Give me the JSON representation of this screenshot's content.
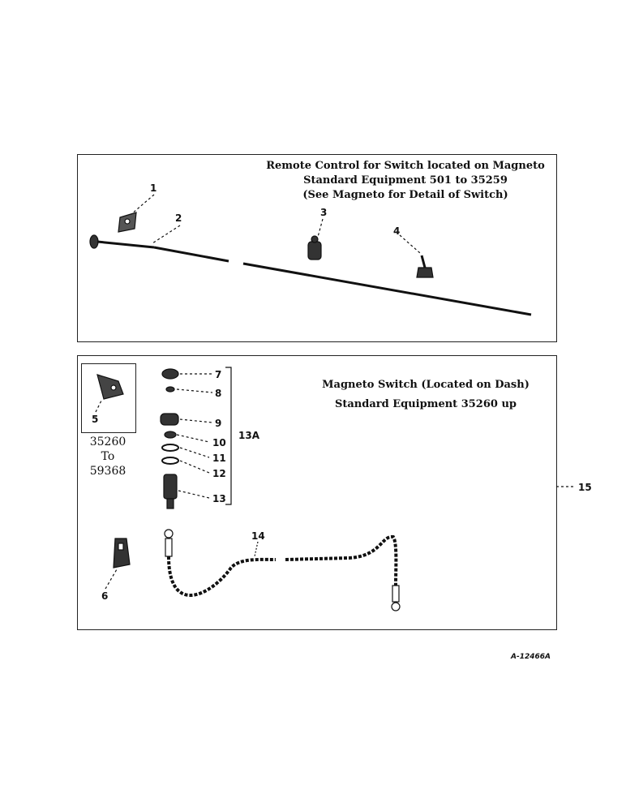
{
  "top_panel": {
    "title_lines": [
      "Remote Control for Switch located on Magneto",
      "Standard Equipment 501 to 35259",
      "(See Magneto for Detail of Switch)"
    ],
    "callouts": [
      "1",
      "2",
      "3",
      "4"
    ]
  },
  "bottom_panel": {
    "title_lines": [
      "Magneto Switch (Located on Dash)",
      "Standard Equipment 35260 up"
    ],
    "inset_range": {
      "from": "35260",
      "to_word": "To",
      "to": "59368"
    },
    "callouts": [
      "5",
      "6",
      "7",
      "8",
      "9",
      "10",
      "11",
      "12",
      "13",
      "13A",
      "14",
      "15"
    ]
  },
  "reference_code": "A-12466A",
  "icons": [
    "switch-plate-icon",
    "control-rod-icon",
    "knob-icon",
    "clip-icon",
    "switch-icon",
    "terminal-icon",
    "cable-icon"
  ]
}
